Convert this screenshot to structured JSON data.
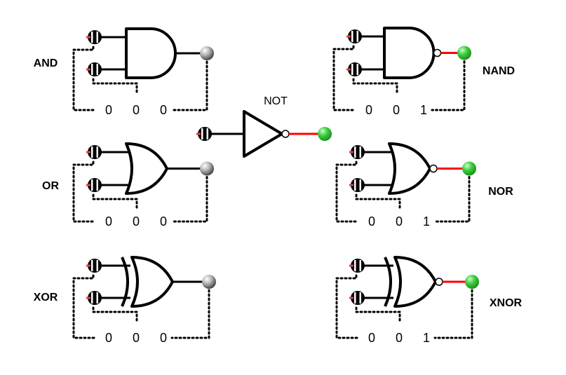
{
  "gates": [
    {
      "id": "and",
      "label": "AND",
      "in1": "0",
      "in2": "0",
      "out": "0",
      "active": false
    },
    {
      "id": "or",
      "label": "OR",
      "in1": "0",
      "in2": "0",
      "out": "0",
      "active": false
    },
    {
      "id": "xor",
      "label": "XOR",
      "in1": "0",
      "in2": "0",
      "out": "0",
      "active": false
    },
    {
      "id": "nand",
      "label": "NAND",
      "in1": "0",
      "in2": "0",
      "out": "1",
      "active": true
    },
    {
      "id": "nor",
      "label": "NOR",
      "in1": "0",
      "in2": "0",
      "out": "1",
      "active": true
    },
    {
      "id": "xnor",
      "label": "XNOR",
      "in1": "0",
      "in2": "0",
      "out": "1",
      "active": true
    }
  ],
  "not_gate": {
    "label": "NOT",
    "active": true
  },
  "colors": {
    "on": "#3fce3f",
    "off": "#8a8a8a",
    "hot_wire": "#ff0000",
    "wire": "#000000"
  }
}
